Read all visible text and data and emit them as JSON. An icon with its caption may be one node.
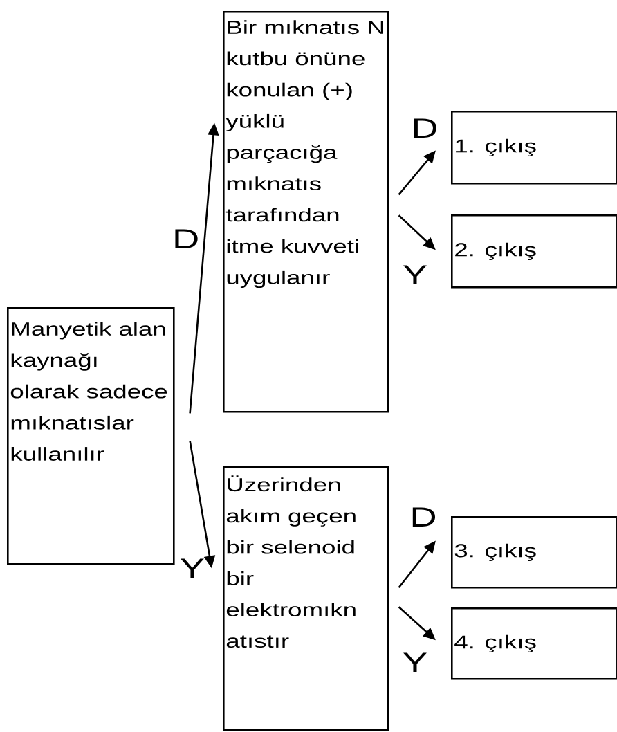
{
  "diagram": {
    "nodes": [
      {
        "text": [
          "Manyetik alan kaynağı olarak sadece mıknatıslar kullanılır"
        ]
      },
      {
        "text": [
          "Bir mıknatıs N kutbu önüne konulan (+) yüklü parçacığa mıknatıs tarafından itme kuvveti uygulanır"
        ]
      },
      {
        "text": [
          "Üzerinden akım geçen bir selenoid bir elektromıkn atıstır"
        ]
      },
      {
        "text": [
          "1. çıkış"
        ]
      },
      {
        "text": [
          "2. çıkış"
        ]
      },
      {
        "text": [
          "3. çıkış"
        ]
      },
      {
        "text": [
          "4. çıkış"
        ]
      }
    ],
    "edges": [
      {
        "from": 0,
        "to": 1,
        "arrow": "to",
        "label": "D"
      },
      {
        "from": 0,
        "to": 2,
        "arrow": "to",
        "label": "Y"
      },
      {
        "from": 1,
        "to": 3,
        "arrow": "to",
        "label": "D"
      },
      {
        "from": 1,
        "to": 4,
        "arrow": "to",
        "label": "Y"
      },
      {
        "from": 2,
        "to": 5,
        "arrow": "to",
        "label": "D"
      },
      {
        "from": 2,
        "to": 6,
        "arrow": "to",
        "label": "Y"
      }
    ]
  }
}
